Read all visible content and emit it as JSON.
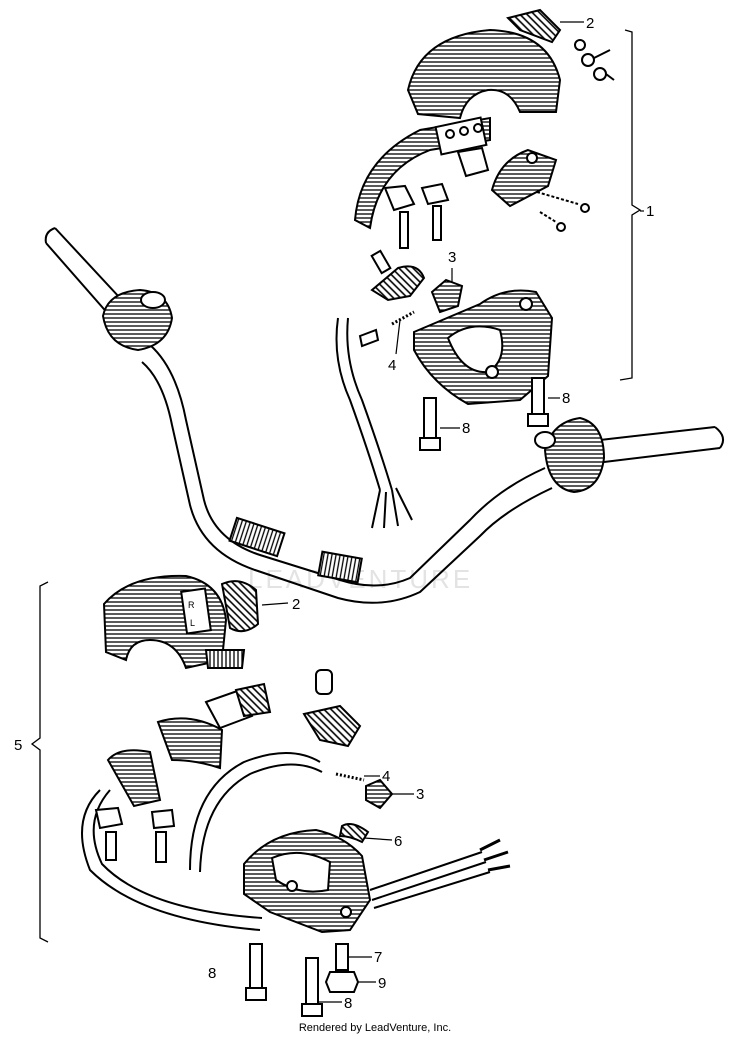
{
  "watermark": "LEADVENTURE",
  "footer": "Rendered by LeadVenture, Inc.",
  "labels": {
    "assy_upper": "1",
    "assy_lower": "5",
    "cap_upper": "2",
    "cap_lower": "2",
    "spring_upper": "4",
    "spring_lower": "4",
    "knob_upper": "3",
    "knob_lower": "3",
    "bolt_upper_a": "8",
    "bolt_upper_b": "8",
    "bolt_lower_a": "8",
    "bolt_lower_b": "8",
    "clip_lower": "6",
    "screw_lower": "7",
    "nut_lower": "9"
  },
  "switch_letters": {
    "r": "R",
    "l": "L"
  }
}
